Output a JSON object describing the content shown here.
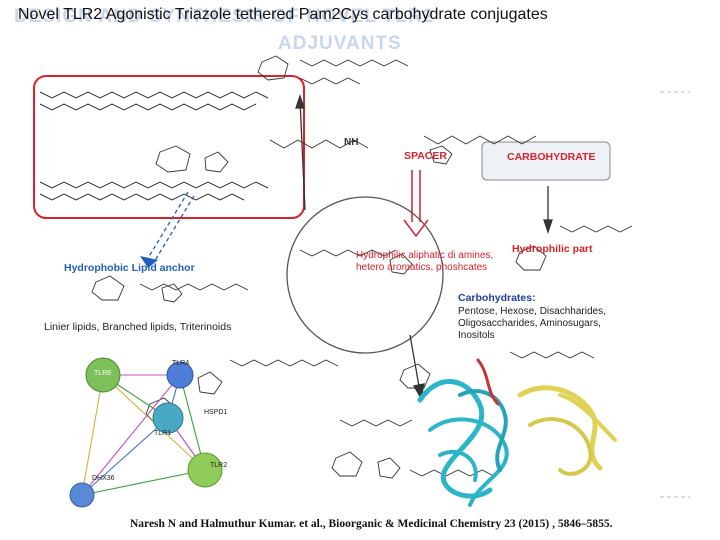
{
  "ghost_title": {
    "line1": "DESIGN AND SYNTHESIS OF NOVEL TLR2",
    "line2": "ADJUVANTS"
  },
  "title": "Novel TLR2 Agonistic Triazole tethered Pam2Cys carbohydrate conjugates",
  "labels": {
    "spacer": "SPACER",
    "carbohydrate": "CARBOHYDRATE",
    "hydrophobic_lipid_anchor": "Hydrophobic Lipid anchor",
    "hydrophilic_part": "Hydrophilic part",
    "spacer_types": "Hydrophilic aliphatic di amines, hetero aromatics, phoshcates",
    "lipid_types": "Linier lipids, Branched lipids, Triterinoids",
    "carbohydrates_heading": "Carbohydrates:",
    "carbohydrates_list": "Pentose, Hexose, Disachharides, Oligosaccharides, Aminosugars, Inositols",
    "nh": "NH",
    "network_nodes": [
      "TLR6",
      "TLR4",
      "TLR1",
      "HSPD1",
      "TLR2",
      "DHX36"
    ]
  },
  "citation": "Naresh N and Halmuthur Kumar. et al., Bioorganic & Medicinal Chemistry 23 (2015) , 5846–5855.",
  "colors": {
    "red": "#d8232a",
    "blue": "#1f5fbf",
    "protein_cyan": "#2bb5c8",
    "protein_yellow": "#e0d255"
  }
}
